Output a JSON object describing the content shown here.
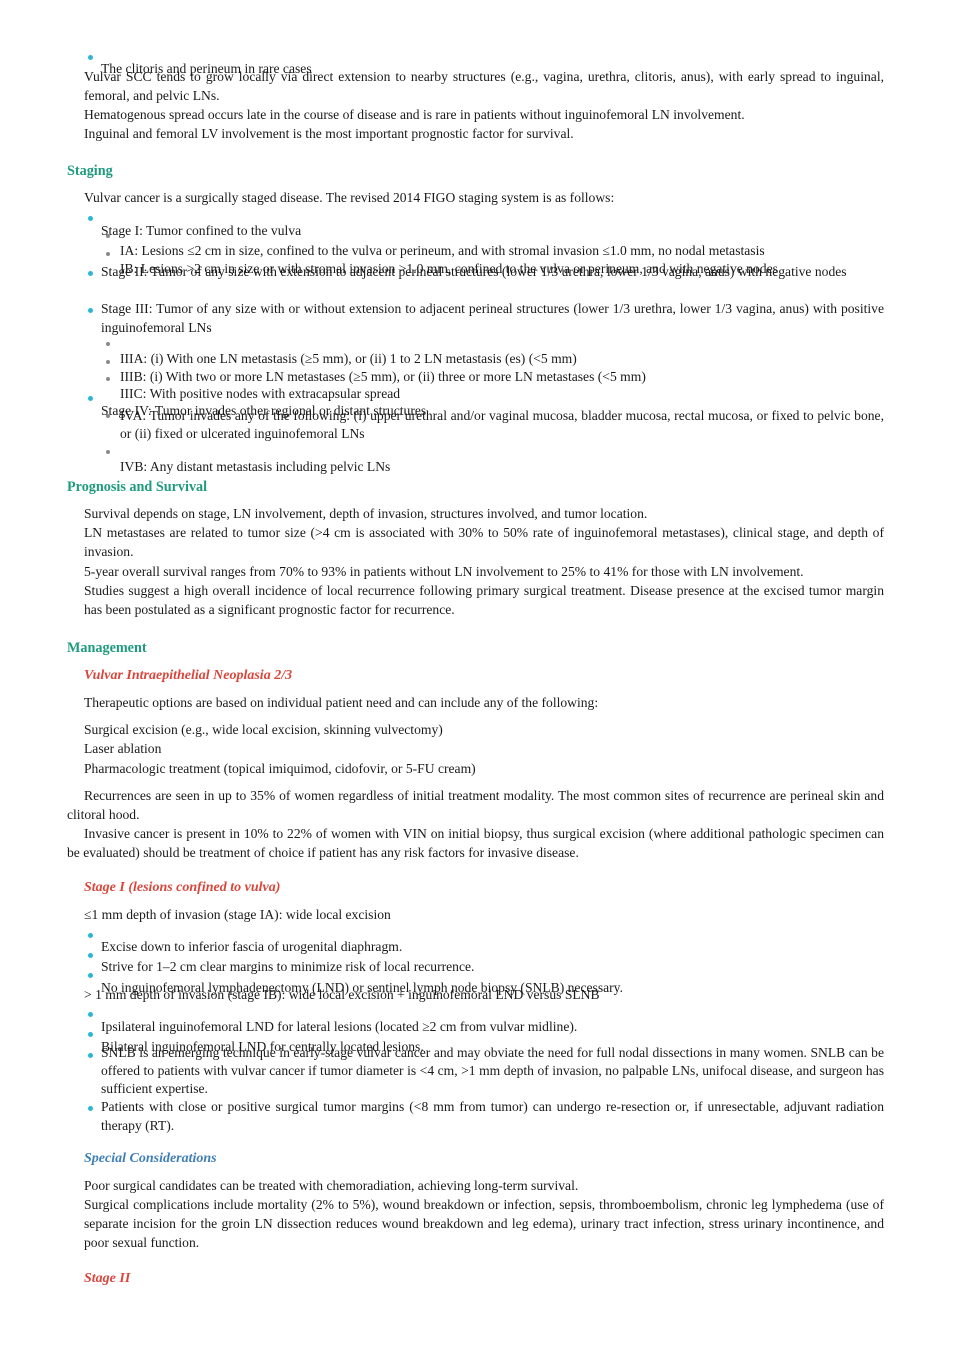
{
  "intro": {
    "bullet_clitoris": "The clitoris and perineum in rare cases",
    "p_spread": "Vulvar SCC tends to grow locally via direct extension to nearby structures (e.g., vagina, urethra, clitoris, anus), with early spread to inguinal, femoral, and pelvic LNs.",
    "p_hematogenous": "Hematogenous spread occurs late in the course of disease and is rare in patients without inguinofemoral LN involvement.",
    "p_prognostic": "Inguinal and femoral LV involvement is the most important prognostic factor for survival."
  },
  "staging": {
    "heading": "Staging",
    "intro": "Vulvar cancer is a surgically staged disease. The revised 2014 FIGO staging system is as follows:",
    "stage1": "Stage I: Tumor confined to the vulva",
    "stage1a": "IA: Lesions ≤2 cm in size, confined to the vulva or perineum, and with stromal invasion ≤1.0 mm, no nodal metastasis",
    "stage1b": "IB: Lesions >2 cm in size or with stromal invasion >1.0 mm, confined to the vulva or perineum, and with negative nodes",
    "stage2": "Stage II: Tumor of any size with extension to adjacent perineal structures (lower 1/3 urethra, lower 1/3 vagina, anus) with negative nodes",
    "stage3": "Stage III: Tumor of any size with or without extension to adjacent perineal structures (lower 1/3 urethra, lower 1/3 vagina, anus) with positive inguinofemoral LNs",
    "stage3a": "IIIA: (i) With one LN metastasis (≥5 mm), or (ii) 1 to 2 LN metastasis (es) (<5 mm)",
    "stage3b": "IIIB: (i) With two or more LN metastases (≥5 mm), or (ii) three or more LN metastases (<5 mm)",
    "stage3c": "IIIC: With positive nodes with extracapsular spread",
    "stage4": "Stage IV: Tumor invades other regional or distant structures",
    "stage4a": "IVA: Tumor invades any of the following: (i) upper urethral and/or vaginal mucosa, bladder mucosa, rectal mucosa, or fixed to pelvic bone, or (ii) fixed or ulcerated inguinofemoral LNs",
    "stage4b": "IVB: Any distant metastasis including pelvic LNs"
  },
  "prognosis": {
    "heading": "Prognosis and Survival",
    "p1": "Survival depends on stage, LN involvement, depth of invasion, structures involved, and tumor location.",
    "p2": "LN metastases are related to tumor size (>4 cm is associated with 30% to 50% rate of inguinofemoral metastases), clinical stage, and depth of invasion.",
    "p3": "5-year overall survival ranges from 70% to 93% in patients without LN involvement to 25% to 41% for those with LN involvement.",
    "p4": "Studies suggest a high overall incidence of local recurrence following primary surgical treatment. Disease presence at the excised tumor margin has been postulated as a significant prognostic factor for recurrence."
  },
  "management": {
    "heading": "Management",
    "vin_heading": "Vulvar Intraepithelial Neoplasia 2/3",
    "vin_intro": "Therapeutic options are based on individual patient need and can include any of the following:",
    "vin_opt1": "Surgical excision (e.g., wide local excision, skinning vulvectomy)",
    "vin_opt2": "Laser ablation",
    "vin_opt3": "Pharmacologic treatment (topical imiquimod, cidofovir, or 5-FU cream)",
    "vin_recur": "Recurrences are seen in up to 35% of women regardless of initial treatment modality. The most common sites of recurrence are perineal skin and clitoral hood.",
    "vin_invasive": "Invasive cancer is present in 10% to 22% of women with VIN on initial biopsy, thus surgical excision (where additional pathologic specimen can be evaluated) should be treatment of choice if patient has any risk factors for invasive disease.",
    "stage1_heading": "Stage I (lesions confined to vulva)",
    "ia_line": "≤1 mm depth of invasion (stage IA): wide local excision",
    "ia_b1": "Excise down to inferior fascia of urogenital diaphragm.",
    "ia_b2": "Strive for 1–2 cm clear margins to minimize risk of local recurrence.",
    "ia_b3": "No inguinofemoral lymphadenectomy (LND) or sentinel lymph node biopsy (SNLB) necessary.",
    "ib_line": "> 1 mm depth of invasion (stage IB): wide local excision + inguinofemoral LND versus SLNB",
    "ib_b1": "Ipsilateral inguinofemoral LND for lateral lesions (located ≥2 cm from vulvar midline).",
    "ib_b2": "Bilateral inguinofemoral LND for centrally located lesions.",
    "ib_b3": "SNLB is an emerging technique in early-stage vulvar cancer and may obviate the need for full nodal dissections in many women. SNLB can be offered to patients with vulvar cancer if tumor diameter is <4 cm, >1 mm depth of invasion, no palpable LNs, unifocal disease, and surgeon has sufficient expertise.",
    "ib_b4": "Patients with close or positive surgical tumor margins (<8 mm from tumor) can undergo re-resection or, if unresectable, adjuvant radiation therapy (RT).",
    "special_heading": "Special Considerations",
    "special_p1": "Poor surgical candidates can be treated with chemoradiation, achieving long-term survival.",
    "special_p2": "Surgical complications include mortality (2% to 5%), wound breakdown or infection, sepsis, thromboembolism, chronic leg lymphedema (use of separate incision for the groin LN dissection reduces wound breakdown and leg edema), urinary tract infection, stress urinary incontinence, and poor sexual function.",
    "stage2_heading": "Stage II"
  },
  "colors": {
    "heading_teal": "#1f9b7f",
    "heading_red": "#d9473c",
    "heading_blue": "#3f7fb8",
    "bullet_cyan": "#2bb6d8",
    "subbullet_gray": "#8a8a8a"
  }
}
